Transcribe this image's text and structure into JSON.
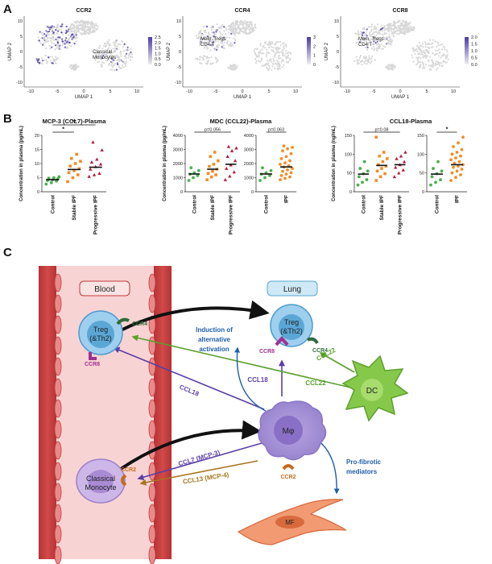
{
  "colors": {
    "control": "#4caf50",
    "stable": "#f28c28",
    "progressive": "#b0203c",
    "ipf": "#f28c28",
    "umap_low": "#d8d8d8",
    "umap_high": "#4a3aa8",
    "vessel": "#c0393b",
    "blood": "#f7c8c8",
    "treg": "#6bb3e0",
    "dc": "#7cc242",
    "mono": "#b89fd8",
    "mf": "#ef8a5e",
    "ccl_purple": "#5a3ea8",
    "ccl_green": "#5aa02c",
    "ccl_brown": "#a8741e",
    "pro_fibrotic": "#1e5ea8"
  },
  "panelA": {
    "letter": "A",
    "umap_panels": [
      {
        "title": "CCR2",
        "label": "Classical\nMonocytes",
        "legend": [
          "2.5",
          "2.0",
          "1.5",
          "1.0",
          "0.5",
          "0.0"
        ]
      },
      {
        "title": "CCR4",
        "label": "Mem. Tregs\nCD4 T",
        "legend": [
          "3",
          "2",
          "1",
          "0"
        ]
      },
      {
        "title": "CCR8",
        "label": "Mem. Tregs\nCD4 T",
        "legend": [
          "2.0",
          "1.5",
          "1.0",
          "0.5",
          "0.0"
        ]
      }
    ],
    "xlabel": "UMAP 1",
    "ylabel": "UMAP 2",
    "xticks": [
      "-10",
      "-5",
      "0",
      "5",
      "10"
    ],
    "yticks": [
      "10",
      "5",
      "0",
      "-5",
      "-10"
    ]
  },
  "panelB": {
    "letter": "B"
  },
  "chart_data": [
    {
      "type": "scatter",
      "title": "MCP-3 (CCL7)-Plasma",
      "ylabel": "Concentration in plasma (pg/mL)",
      "ylim": [
        0,
        20
      ],
      "yticks": [
        "0",
        "5",
        "10",
        "15",
        "20"
      ],
      "categories": [
        "Control",
        "Stable IPF",
        "Progressive IPF"
      ],
      "series": [
        {
          "category": "Control",
          "mean": 4.3,
          "values": [
            2.7,
            3.2,
            3.8,
            4.0,
            4.2,
            4.5,
            4.8,
            5.0,
            5.3
          ]
        },
        {
          "category": "Stable IPF",
          "mean": 7.9,
          "values": [
            3.6,
            5.0,
            6.0,
            6.8,
            7.5,
            8.2,
            9.1,
            10.0,
            10.8,
            11.8,
            13.3
          ]
        },
        {
          "category": "Progressive IPF",
          "mean": 8.7,
          "values": [
            5.4,
            6.0,
            6.5,
            8.0,
            8.9,
            9.8,
            10.5,
            11.5,
            14.8,
            17.6
          ]
        }
      ],
      "significance": [
        {
          "from": "Control",
          "to": "Stable IPF",
          "label": "*"
        },
        {
          "from": "Control",
          "to": "Progressive IPF",
          "label": "**"
        }
      ]
    },
    {
      "type": "scatter",
      "title": "MDC (CCL22)-Plasma",
      "ylabel": "Concentration in plasma (pg/mL)",
      "ylim": [
        0,
        4000
      ],
      "yticks": [
        "0",
        "1000",
        "2000",
        "3000",
        "4000"
      ],
      "subplots": [
        {
          "categories": [
            "Control",
            "Stable IPF",
            "Progressive IPF"
          ],
          "series": [
            {
              "category": "Control",
              "mean": 1260,
              "values": [
                800,
                1000,
                1150,
                1250,
                1350,
                1500,
                1700
              ]
            },
            {
              "category": "Stable IPF",
              "mean": 1600,
              "values": [
                850,
                1050,
                1200,
                1300,
                1450,
                1600,
                1800,
                1950,
                2200,
                2500,
                2800
              ]
            },
            {
              "category": "Progressive IPF",
              "mean": 1950,
              "values": [
                850,
                1100,
                1400,
                1650,
                1900,
                2200,
                2500,
                2900,
                3100,
                3200
              ]
            }
          ],
          "significance": [
            {
              "from": "Control",
              "to": "Progressive IPF",
              "label": "p=0.056"
            }
          ]
        },
        {
          "categories": [
            "Control",
            "IPF"
          ],
          "series": [
            {
              "category": "Control",
              "mean": 1260,
              "values": [
                800,
                1000,
                1150,
                1250,
                1350,
                1500,
                1700
              ]
            },
            {
              "category": "IPF",
              "mean": 1760,
              "values": [
                850,
                950,
                1050,
                1150,
                1250,
                1350,
                1450,
                1550,
                1650,
                1750,
                1850,
                1950,
                2050,
                2200,
                2350,
                2500,
                2700,
                2900,
                3050,
                3150,
                3250
              ]
            }
          ],
          "significance": [
            {
              "from": "Control",
              "to": "IPF",
              "label": "p=0.063"
            }
          ]
        }
      ]
    },
    {
      "type": "scatter",
      "title": "CCL18-Plasma",
      "ylabel": "Concentration in plasma (ng/mL)",
      "ylim": [
        0,
        150
      ],
      "yticks": [
        "0",
        "50",
        "100",
        "150"
      ],
      "subplots": [
        {
          "categories": [
            "Control",
            "Stable IPF",
            "Progressive IPF"
          ],
          "series": [
            {
              "category": "Control",
              "mean": 47,
              "values": [
                18,
                25,
                32,
                40,
                48,
                55,
                62,
                80
              ]
            },
            {
              "category": "Stable IPF",
              "mean": 70,
              "values": [
                30,
                40,
                48,
                55,
                62,
                68,
                72,
                80,
                88,
                95,
                105,
                145
              ]
            },
            {
              "category": "Progressive IPF",
              "mean": 72,
              "values": [
                40,
                50,
                58,
                65,
                72,
                80,
                88,
                95,
                105
              ]
            }
          ],
          "significance": [
            {
              "from": "Control",
              "to": "Progressive IPF",
              "label": "p=0.08"
            }
          ]
        },
        {
          "categories": [
            "Control",
            "IPF"
          ],
          "series": [
            {
              "category": "Control",
              "mean": 47,
              "values": [
                18,
                25,
                32,
                40,
                48,
                55,
                62,
                80
              ]
            },
            {
              "category": "IPF",
              "mean": 72,
              "values": [
                30,
                38,
                45,
                50,
                55,
                60,
                65,
                68,
                72,
                76,
                80,
                85,
                90,
                95,
                100,
                105,
                112,
                120,
                130,
                145
              ]
            }
          ],
          "significance": [
            {
              "from": "Control",
              "to": "IPF",
              "label": "*"
            }
          ]
        }
      ]
    }
  ],
  "panelC": {
    "letter": "C",
    "blood_label": "Blood",
    "lung_label": "Lung",
    "treg_blood": "Treg\n(&Th2)",
    "treg_lung": "Treg\n(&Th2)",
    "ccr4_blood": "CCR4",
    "ccr8_blood": "CCR8",
    "ccr4_lung": "CCR4",
    "ccr8_lung": "CCR8",
    "dc": "DC",
    "mphi": "Mφ",
    "ccr2_mphi": "CCR2",
    "mono": "Classical\nMonocyte",
    "ccr2_mono": "CCR2",
    "mf": "MF",
    "induction": "Induction of\nalternative\nactivation",
    "ccl18_up": "CCL18",
    "ccl18_left": "CCL18",
    "ccl22_a": "CCL22",
    "ccl22_b": "CCL22",
    "ccl7": "CCL7 (MCP-3)",
    "ccl13": "CCL13 (MCP-4)",
    "pro_fibrotic": "Pro-fibrotic\nmediators"
  }
}
